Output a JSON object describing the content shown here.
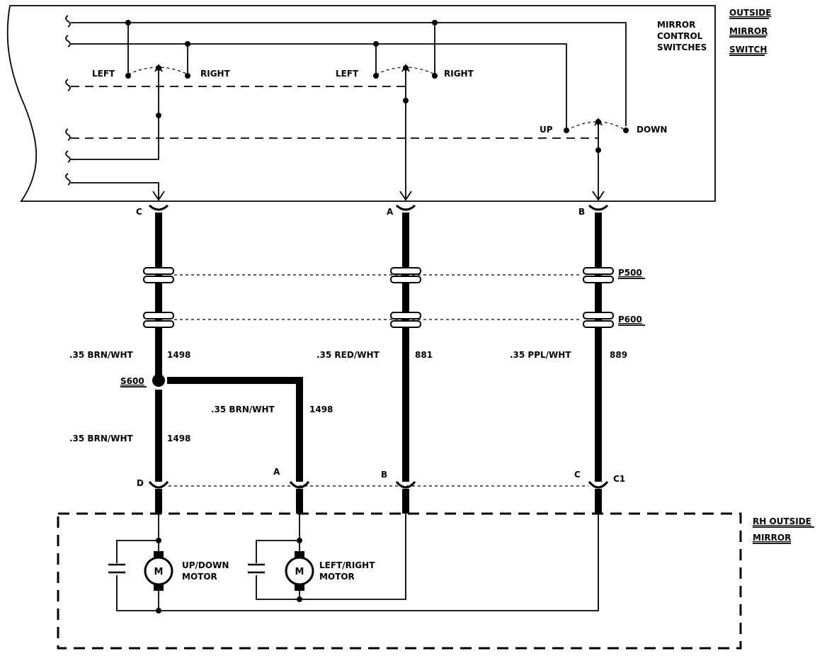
{
  "switch": {
    "block_label_lines": [
      "MIRROR",
      "CONTROL",
      "SWITCHES"
    ],
    "component_label_lines": [
      "OUTSIDE",
      "MIRROR",
      "SWITCH"
    ],
    "left_1": "LEFT",
    "right_1": "RIGHT",
    "left_2": "LEFT",
    "right_2": "RIGHT",
    "up": "UP",
    "down": "DOWN"
  },
  "connector_top": {
    "c": "C",
    "a": "A",
    "b": "B"
  },
  "splices": {
    "p500": "P500",
    "p600": "P600",
    "s600": "S600"
  },
  "wires": {
    "c_upper": {
      "gauge_color": ".35 BRN/WHT",
      "circuit": "1498"
    },
    "a": {
      "gauge_color": ".35 RED/WHT",
      "circuit": "881"
    },
    "b": {
      "gauge_color": ".35 PPL/WHT",
      "circuit": "889"
    },
    "branch": {
      "gauge_color": ".35 BRN/WHT",
      "circuit": "1498"
    },
    "c_lower": {
      "gauge_color": ".35 BRN/WHT",
      "circuit": "1498"
    }
  },
  "connector_bottom": {
    "d": "D",
    "a": "A",
    "b": "B",
    "c": "C",
    "name": "C1"
  },
  "mirror": {
    "component_label_lines": [
      "RH OUTSIDE",
      "MIRROR"
    ],
    "motor_symbol": "M",
    "motor1_lines": [
      "UP/DOWN",
      "MOTOR"
    ],
    "motor2_lines": [
      "LEFT/RIGHT",
      "MOTOR"
    ]
  }
}
